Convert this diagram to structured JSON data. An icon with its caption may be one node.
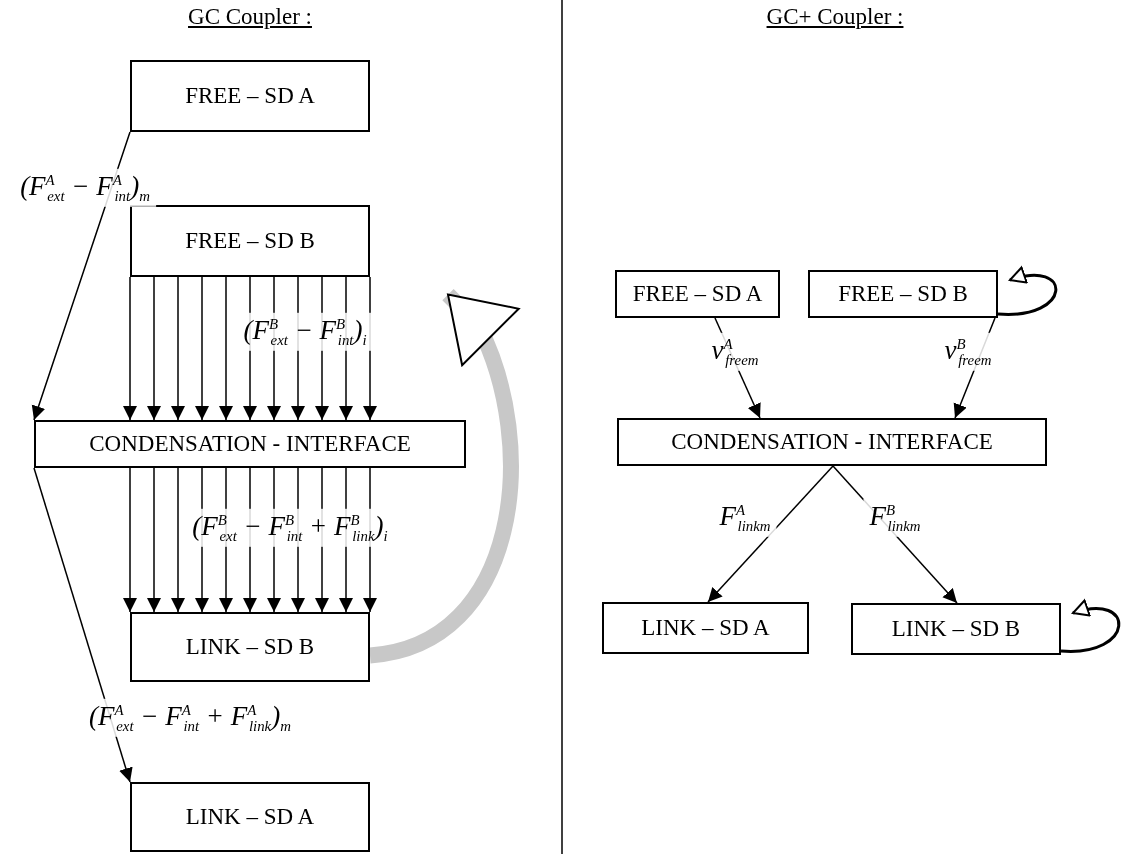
{
  "diagram": {
    "nodes": [
      {
        "text": [
          "FREE – SD A"
        ]
      },
      {
        "text": [
          "FREE – SD B"
        ]
      },
      {
        "text": [
          "CONDENSATION - INTERFACE"
        ]
      },
      {
        "text": [
          "LINK – SD B"
        ]
      },
      {
        "text": [
          "LINK – SD A"
        ]
      },
      {
        "text": [
          "FREE – SD A"
        ]
      },
      {
        "text": [
          "FREE – SD B"
        ]
      },
      {
        "text": [
          "CONDENSATION - INTERFACE"
        ]
      },
      {
        "text": [
          "LINK – SD A"
        ]
      },
      {
        "text": [
          "LINK – SD B"
        ]
      }
    ],
    "edges": [
      {
        "from": 0,
        "to": 2,
        "arrow": "to",
        "label": "(F$^{A}$$_{ext}$ − F$^{A}$$_{int}$)$_{m}$"
      },
      {
        "from": 1,
        "to": 2,
        "arrow": "to"
      },
      {
        "from": 1,
        "to": 2,
        "arrow": "to"
      },
      {
        "from": 1,
        "to": 2,
        "arrow": "to"
      },
      {
        "from": 1,
        "to": 2,
        "arrow": "to"
      },
      {
        "from": 1,
        "to": 2,
        "arrow": "to"
      },
      {
        "from": 1,
        "to": 2,
        "arrow": "to",
        "label": "(F$^{B}$$_{ext}$ − F$^{B}$$_{int}$)$_{i}$"
      },
      {
        "from": 1,
        "to": 2,
        "arrow": "to"
      },
      {
        "from": 1,
        "to": 2,
        "arrow": "to"
      },
      {
        "from": 1,
        "to": 2,
        "arrow": "to"
      },
      {
        "from": 1,
        "to": 2,
        "arrow": "to"
      },
      {
        "from": 1,
        "to": 2,
        "arrow": "to"
      },
      {
        "from": 2,
        "to": 3,
        "arrow": "to"
      },
      {
        "from": 2,
        "to": 3,
        "arrow": "to"
      },
      {
        "from": 2,
        "to": 3,
        "arrow": "to"
      },
      {
        "from": 2,
        "to": 3,
        "arrow": "to"
      },
      {
        "from": 2,
        "to": 3,
        "arrow": "to"
      },
      {
        "from": 2,
        "to": 3,
        "arrow": "to",
        "label": "(F$^{B}$$_{ext}$ − F$^{B}$$_{int}$ + F$^{B}$$_{link}$)$_{i}$"
      },
      {
        "from": 2,
        "to": 3,
        "arrow": "to"
      },
      {
        "from": 2,
        "to": 3,
        "arrow": "to"
      },
      {
        "from": 2,
        "to": 3,
        "arrow": "to"
      },
      {
        "from": 2,
        "to": 3,
        "arrow": "to"
      },
      {
        "from": 2,
        "to": 3,
        "arrow": "to"
      },
      {
        "from": 2,
        "to": 4,
        "arrow": "to",
        "label": "(F$^{A}$$_{ext}$ − F$^{A}$$_{int}$ + F$^{A}$$_{link}$)$_{m}$"
      },
      {
        "from": 3,
        "to": 1,
        "arrow": "to",
        "style": "thick",
        "color": "#c8c8c8"
      },
      {
        "from": 5,
        "to": 7,
        "arrow": "to",
        "label": "v$^{A}$$_{free}$$_{m}$"
      },
      {
        "from": 6,
        "to": 7,
        "arrow": "to",
        "label": "v$^{B}$$_{free}$$_{m}$"
      },
      {
        "from": 7,
        "to": 8,
        "arrow": "to",
        "label": "F$^{A}$$_{link}$$_{m}$"
      },
      {
        "from": 7,
        "to": 9,
        "arrow": "to",
        "label": "F$^{B}$$_{link}$$_{m}$"
      },
      {
        "from": 6,
        "to": 6,
        "arrow": "to"
      },
      {
        "from": 9,
        "to": 9,
        "arrow": "to"
      }
    ],
    "labels": [
      "GC Coupler :",
      "GC+ Coupler :"
    ]
  }
}
